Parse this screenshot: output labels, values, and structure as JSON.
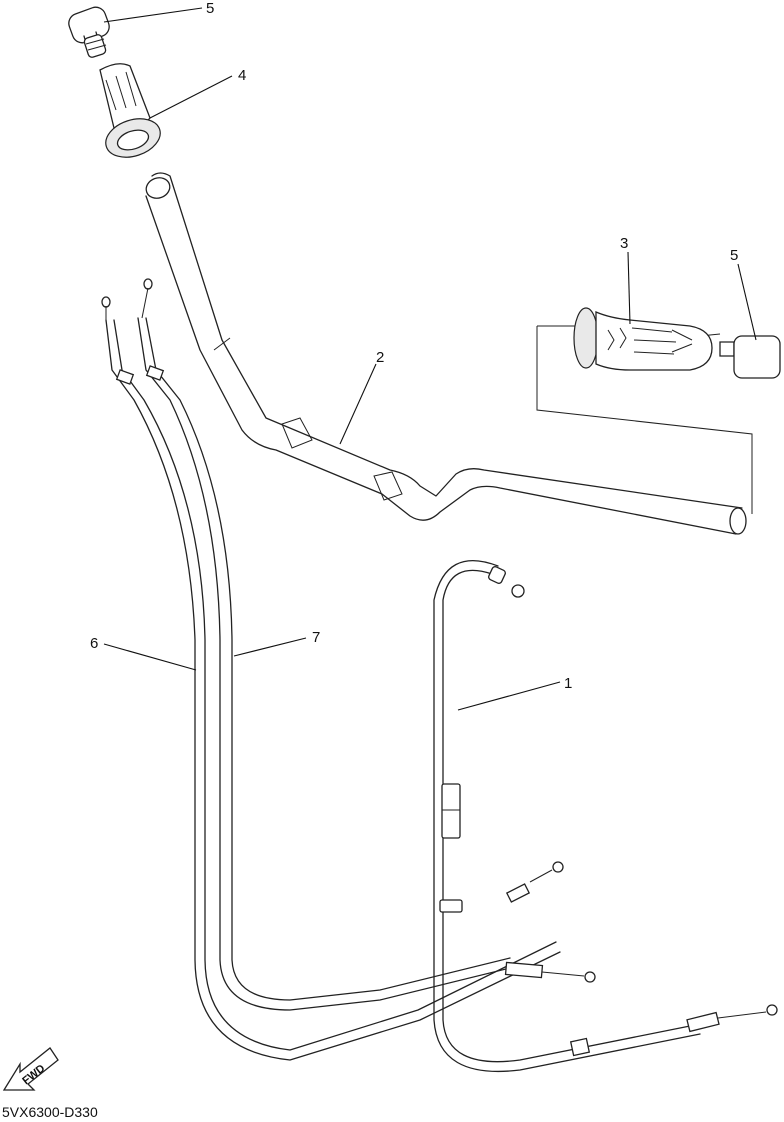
{
  "callouts": {
    "n1": "1",
    "n2": "2",
    "n3": "3",
    "n4": "4",
    "n5a": "5",
    "n5b": "5",
    "n6": "6",
    "n7": "7"
  },
  "fwd_label": "FWD",
  "diagram_code": "5VX6300-D330",
  "colors": {
    "line": "#222222",
    "background": "#ffffff"
  }
}
